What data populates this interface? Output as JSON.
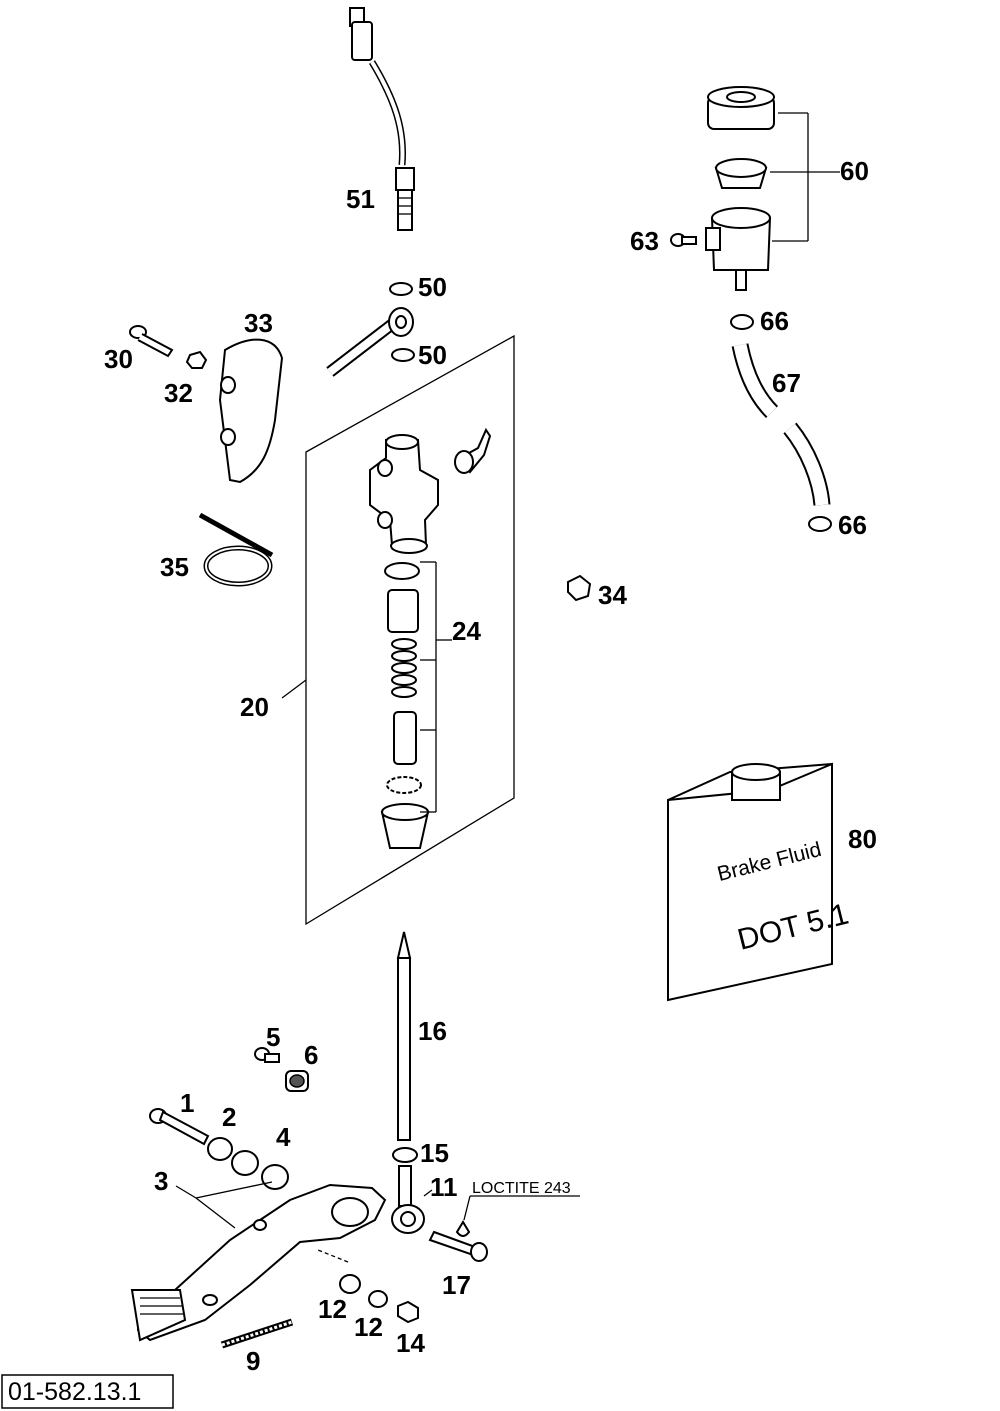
{
  "document_code": "01-582.13.1",
  "loctite_note": "LOCTITE 243",
  "brake_fluid": {
    "line1": "Brake Fluid",
    "line2": "DOT 5.1"
  },
  "callouts": {
    "c1": "1",
    "c2": "2",
    "c3": "3",
    "c4": "4",
    "c5": "5",
    "c6": "6",
    "c9": "9",
    "c11": "11",
    "c12a": "12",
    "c12b": "12",
    "c14": "14",
    "c15": "15",
    "c16": "16",
    "c17": "17",
    "c20": "20",
    "c24": "24",
    "c30": "30",
    "c32": "32",
    "c33": "33",
    "c34": "34",
    "c35": "35",
    "c50a": "50",
    "c50b": "50",
    "c51": "51",
    "c60": "60",
    "c63": "63",
    "c66a": "66",
    "c66b": "66",
    "c67": "67",
    "c80": "80"
  }
}
